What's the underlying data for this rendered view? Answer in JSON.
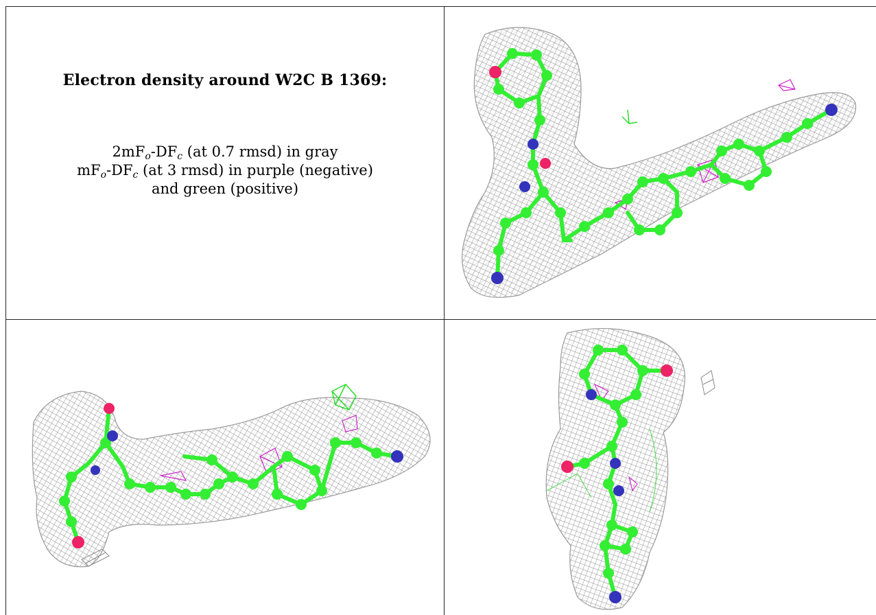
{
  "caption": {
    "title": "Electron density around W2C B 1369:",
    "map1": {
      "pre": "2mF",
      "sub1": "o",
      "mid": "-DF",
      "sub2": "c",
      "post": " (at 0.7 rmsd) in gray"
    },
    "map2": {
      "pre": "mF",
      "sub1": "o",
      "mid": "-DF",
      "sub2": "c",
      "post": " (at 3 rmsd) in purple (negative)"
    },
    "map2_cont": "and green (positive)"
  },
  "colors": {
    "mesh": "#8a8a8a",
    "carbon": "#33ee33",
    "nitrogen": "#3333bb",
    "oxygen": "#ee2266",
    "negative": "#cc22cc",
    "positive": "#22dd22",
    "border": "#222222"
  }
}
